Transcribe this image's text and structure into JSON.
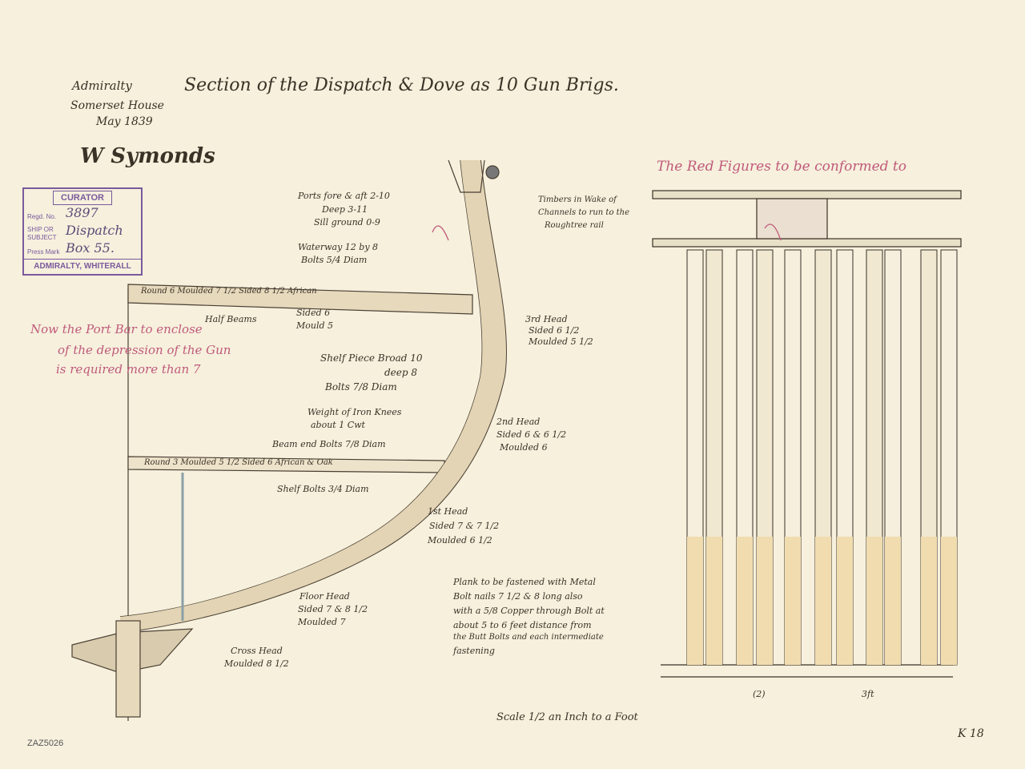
{
  "header": {
    "office_line1": "Admiralty",
    "office_line2": "Somerset House",
    "date": "May 1839",
    "title": "Section of the Dispatch & Dove as 10 Gun Brigs.",
    "signature": "W Symonds"
  },
  "stamp": {
    "title": "CURATOR",
    "regd_label": "Regd. No.",
    "regd_value": "3897",
    "ship_label_1": "SHIP OR",
    "ship_label_2": "SUBJECT",
    "ship_value": "Dispatch",
    "press_label": "Press Mark",
    "press_value": "Box 55.",
    "footer": "ADMIRALTY, WHITERALL"
  },
  "annotations": {
    "ports_1": "Ports fore & aft  2-10",
    "ports_2": "Deep  3-11",
    "ports_3": "Sill ground  0-9",
    "waterway_1": "Waterway 12 by 8",
    "waterway_2": "Bolts 5/4 Diam",
    "timbers_1": "Timbers in Wake of",
    "timbers_2": "Channels to run to the",
    "timbers_3": "Roughtree rail",
    "round_beam": "Round 6   Moulded 7 1/2   Sided 8 1/2  African",
    "half_beams": "Half Beams",
    "sided_1": "Sided 6",
    "mould_1": "Mould 5",
    "red_note_1": "Now the Port Bar to enclose",
    "red_note_2": "of the depression of the Gun",
    "red_note_3": "is required more than 7",
    "shelf_1": "Shelf Piece Broad 10",
    "shelf_2": "deep 8",
    "shelf_3": "Bolts 7/8 Diam",
    "knees_1": "Weight of Iron Knees",
    "knees_2": "about 1 Cwt",
    "beam_end": "Beam end Bolts 7/8 Diam",
    "round_3": "Round 3   Moulded 5 1/2   Sided 6  African & Oak",
    "shelf_bolts": "Shelf Bolts 3/4 Diam",
    "head_3_1": "3rd Head",
    "head_3_2": "Sided 6 1/2",
    "head_3_3": "Moulded 5 1/2",
    "head_2_1": "2nd Head",
    "head_2_2": "Sided 6 & 6 1/2",
    "head_2_3": "Moulded 6",
    "head_1_1": "1st Head",
    "head_1_2": "Sided 7 & 7 1/2",
    "head_1_3": "Moulded 6 1/2",
    "floor_1": "Floor Head",
    "floor_2": "Sided 7 & 8 1/2",
    "floor_3": "Moulded 7",
    "cross_1": "Cross Head",
    "cross_2": "Moulded 8 1/2",
    "plank_1": "Plank to be fastened with Metal",
    "plank_2": "Bolt nails 7 1/2 & 8 long  also",
    "plank_3": "with a 5/8 Copper through Bolt at",
    "plank_4": "about 5 to 6 feet distance from",
    "plank_5": "the Butt Bolts and each intermediate",
    "plank_6": "fastening",
    "red_figures": "The Red Figures to be conformed to",
    "scale": "Scale 1/2 an Inch to a Foot",
    "sheet_no": "K 18",
    "ref": "ZAZ5026",
    "plan_label_a": "(2)",
    "plan_label_b": "3ft"
  },
  "colors": {
    "paper": "#f6f0dd",
    "ink": "#3b3126",
    "red_ink": "#c05a7a",
    "stamp": "#7a5a9c",
    "timber": "#e6d9bc"
  }
}
